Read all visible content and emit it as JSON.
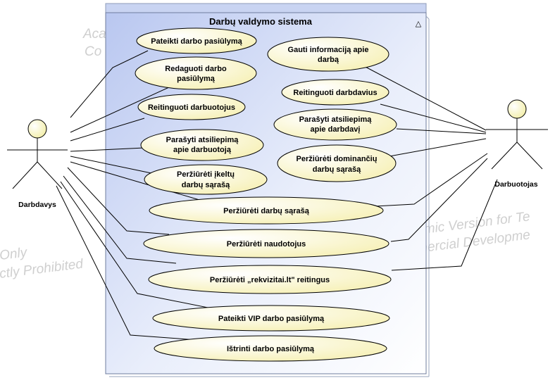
{
  "system": {
    "title": "Darbų valdymo sistema",
    "collapse_glyph": "△"
  },
  "actors": {
    "left": "Darbdavys",
    "right": "Darbuotojas"
  },
  "watermark": {
    "l1": "Aca",
    "l2": "Co",
    "l3": "Only",
    "l4": "ctly Prohibited",
    "r1": "emic Version for Te",
    "r2": "mercial Developme"
  },
  "use_cases": {
    "uc1": [
      "Pateikti darbo pasiūlymą"
    ],
    "uc2": [
      "Redaguoti darbo",
      "pasiūlymą"
    ],
    "uc3": [
      "Reitinguoti darbuotojus"
    ],
    "uc4": [
      "Parašyti atsiliepimą",
      "apie darbuotoją"
    ],
    "uc5": [
      "Peržiūrėti įkeltų",
      "darbų sąrašą"
    ],
    "uc6": [
      "Peržiūrėti darbų sąrašą"
    ],
    "uc7": [
      "Peržiūrėti naudotojus"
    ],
    "uc8": [
      "Peržiūrėti „rekvizitai.lt\" reitingus"
    ],
    "uc9": [
      "Pateikti VIP darbo pasiūlymą"
    ],
    "uc10": [
      "Ištrinti darbo pasiūlymą"
    ],
    "uc11": [
      "Gauti informaciją apie",
      "darbą"
    ],
    "uc12": [
      "Reitinguoti darbdavius"
    ],
    "uc13": [
      "Parašyti atsiliepimą",
      "apie darbdavį"
    ],
    "uc14": [
      "Peržiūrėti dominančių",
      "darbų sąrašą"
    ]
  }
}
